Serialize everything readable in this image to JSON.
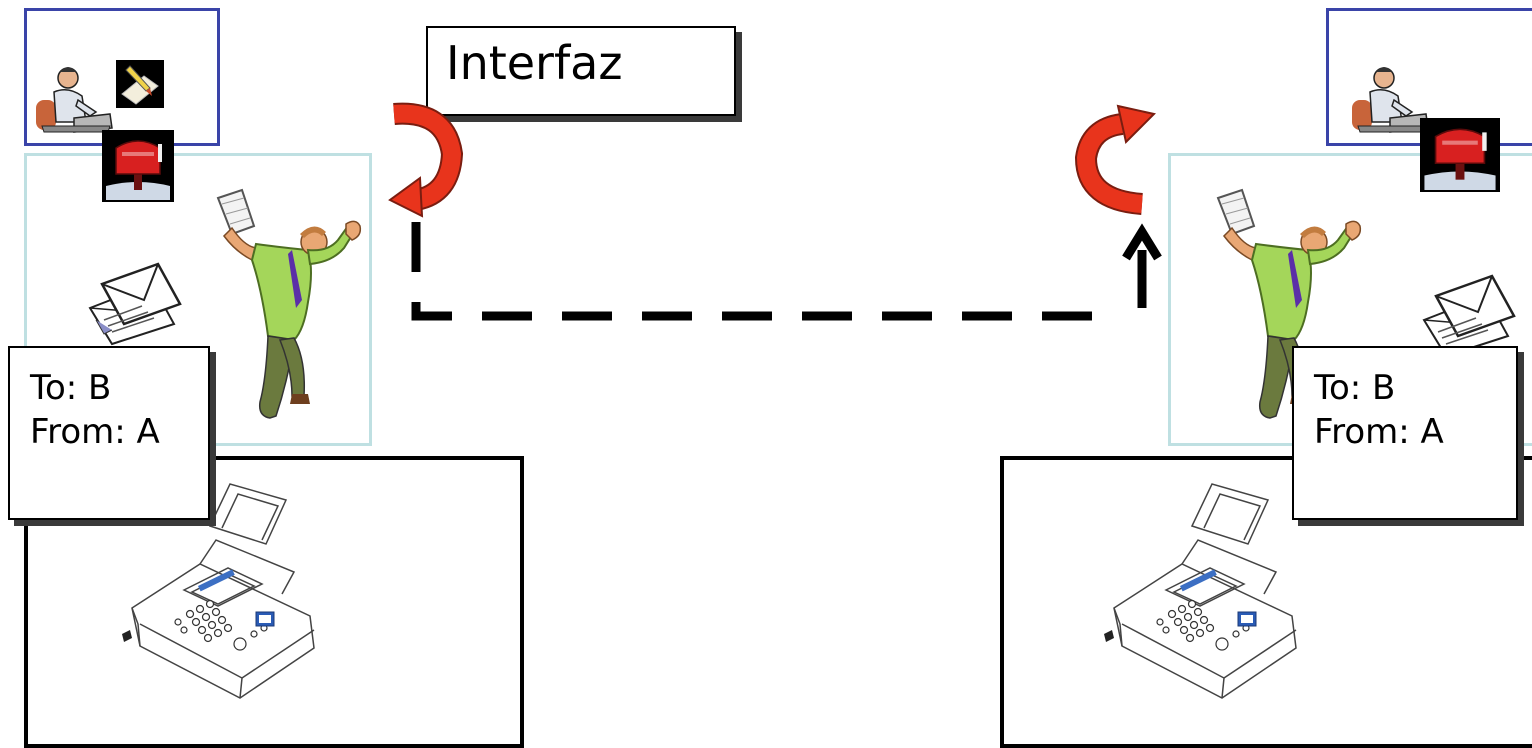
{
  "interface_label": "Interfaz",
  "left_host": {
    "note_to": "To: B",
    "note_from": "From: A"
  },
  "right_host": {
    "note_to": "To: B",
    "note_from": "From: A"
  },
  "colors": {
    "user_layer_border": "#3a44a8",
    "middle_layer_border": "#bfe0e2",
    "physical_layer_border": "#000000",
    "arrow_red": "#e8341c"
  },
  "icons": [
    "person-at-desk-icon",
    "pen-on-paper-icon",
    "mailbox-icon",
    "mail-envelopes-icon",
    "mail-carrier-icon",
    "fax-machine-icon",
    "red-curved-arrow-icon"
  ]
}
